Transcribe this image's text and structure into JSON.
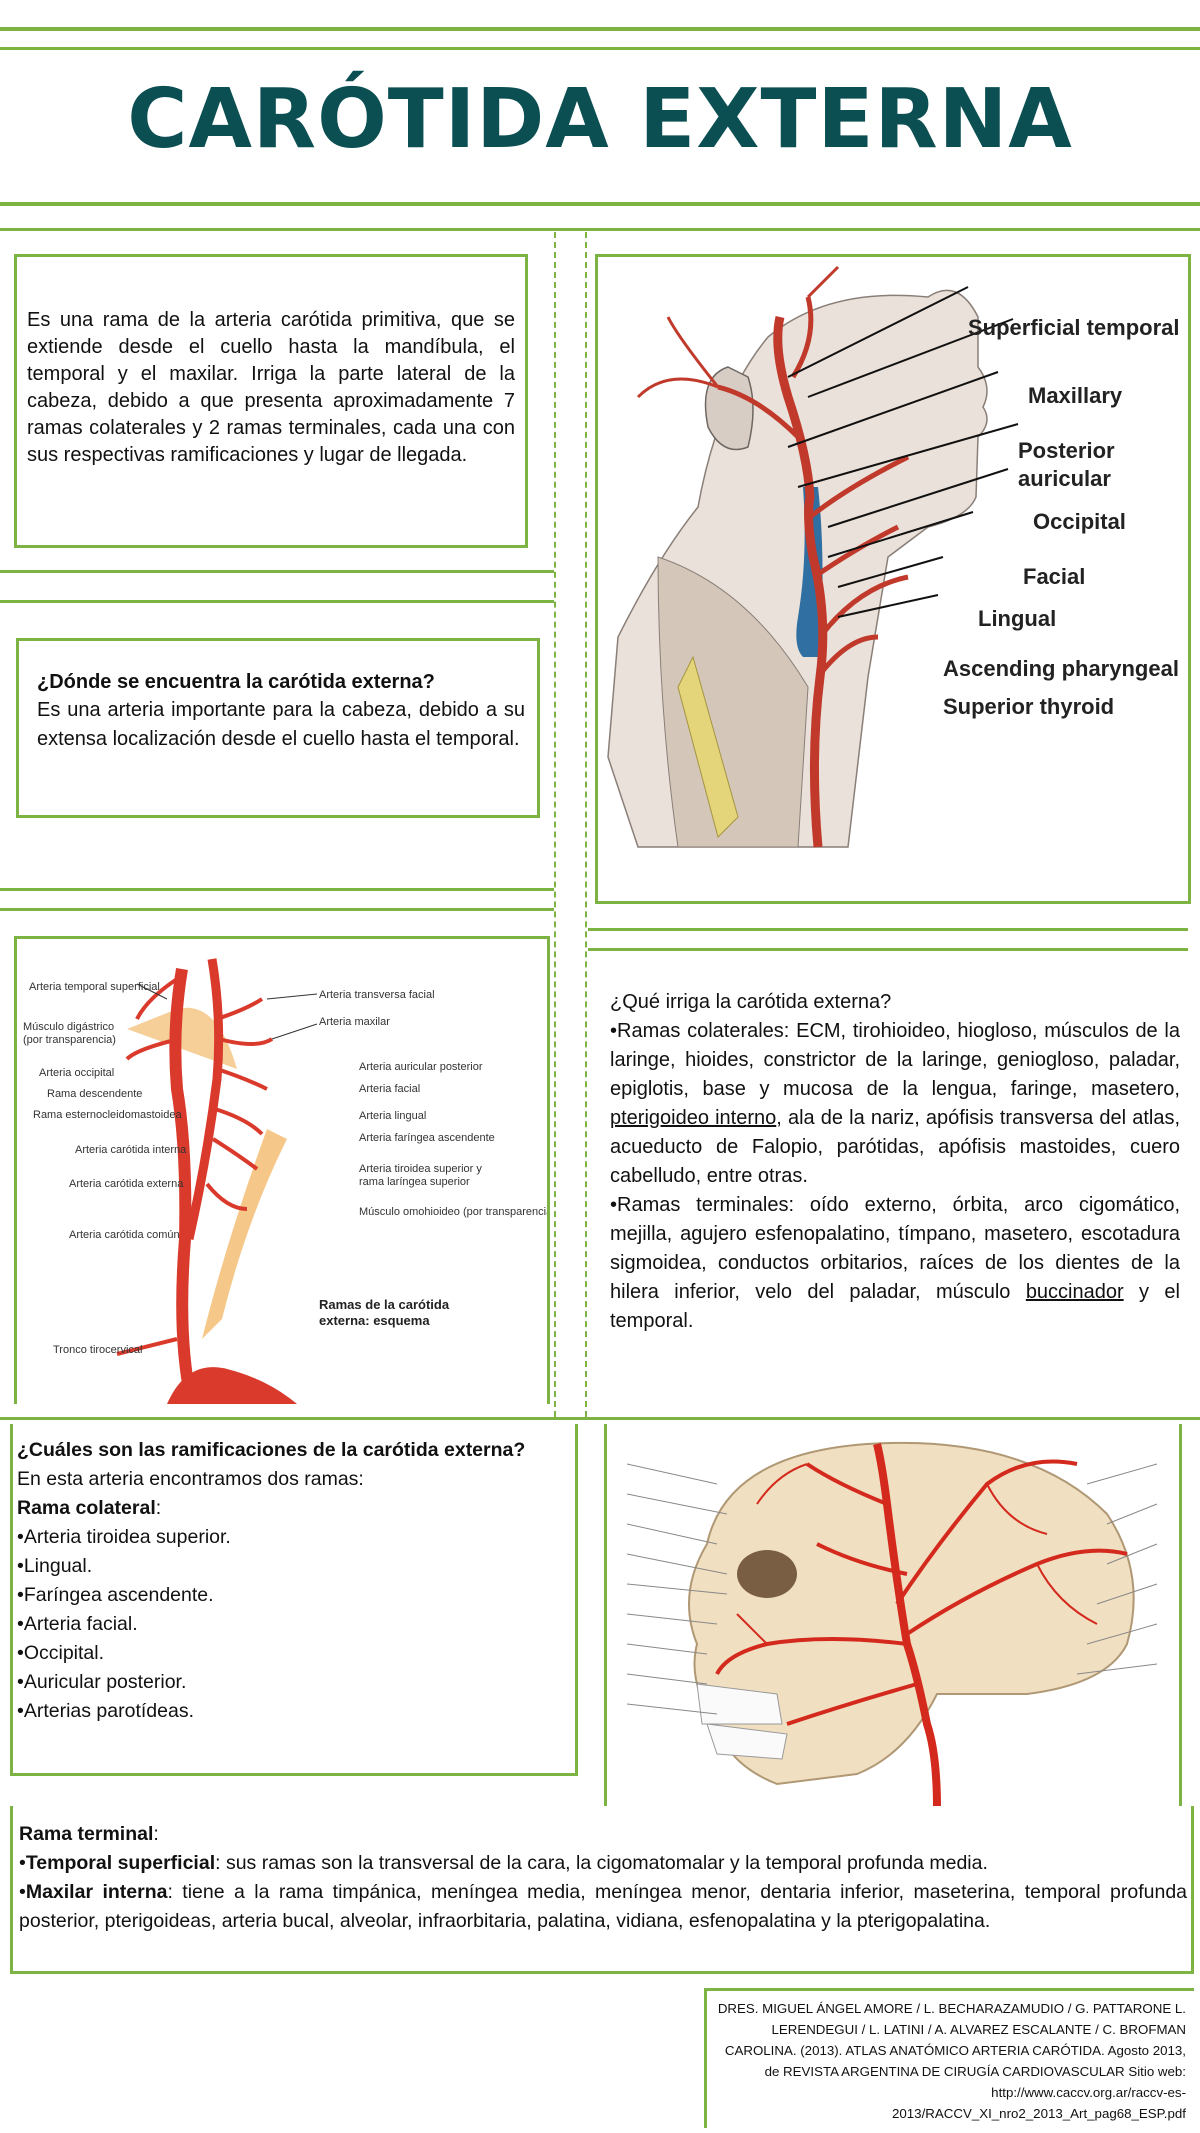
{
  "title": "CARÓTIDA EXTERNA",
  "intro": {
    "text": "Es una rama de la arteria carótida primitiva, que se extiende desde el cuello hasta la mandíbula, el temporal y el maxilar. Irriga la parte lateral de la cabeza, debido a que presenta aproximadamente 7 ramas colaterales y 2 ramas terminales, cada una con sus respectivas ramificaciones y lugar de llegada."
  },
  "location": {
    "question": "¿Dónde se encuentra la carótida externa?",
    "answer": "Es una arteria importante para la cabeza, debido a su extensa localización desde el cuello hasta el temporal."
  },
  "neck_figure": {
    "labels": [
      "Superficial temporal",
      "Maxillary",
      "Posterior auricular",
      "Occipital",
      "Facial",
      "Lingual",
      "Ascending pharyngeal",
      "Superior thyroid"
    ]
  },
  "schema_figure": {
    "left_labels": [
      "Arteria temporal superficial",
      "Músculo digástrico (por transparencia)",
      "Arteria occipital",
      "Rama descendente",
      "Rama esternocleidomastoidea",
      "Arteria carótida interna",
      "Arteria carótida externa",
      "Arteria carótida común",
      "Tronco tirocervical"
    ],
    "right_labels": [
      "Arteria transversa facial",
      "Arteria maxilar",
      "Arteria auricular posterior",
      "Arteria facial",
      "Arteria lingual",
      "Arteria faríngea ascendente",
      "Arteria tiroidea superior y rama laríngea superior",
      "Músculo omohioideo (por transparencia)"
    ],
    "caption_line1": "Ramas de la carótida",
    "caption_line2": "externa: esquema"
  },
  "irrigation": {
    "question": "¿Qué irriga la carótida externa?",
    "colateral_intro": "•Ramas colaterales: ECM, tirohioideo, hiogloso, músculos de la laringe, hioides, constrictor de la laringe, geniogloso, paladar, epiglotis, base y mucosa de la lengua, faringe, masetero, ",
    "colateral_underlined": "pterigoideo interno",
    "colateral_rest": ", ala de la nariz, apófisis transversa del atlas, acueducto de Falopio, parótidas, apófisis mastoides, cuero cabelludo, entre otras.",
    "terminal_intro": "•Ramas terminales: oído externo, órbita, arco cigomático, mejilla, agujero esfenopalatino, tímpano, masetero, escotadura sigmoidea, conductos orbitarios, raíces de los dientes de la hilera inferior, velo del paladar, músculo ",
    "terminal_underlined": "buccinador",
    "terminal_rest": " y el temporal."
  },
  "branches": {
    "question": "¿Cuáles son las ramificaciones de la carótida externa?",
    "intro": "En esta arteria encontramos dos ramas:",
    "colateral_heading": "Rama colateral",
    "colateral_colon": ":",
    "items": [
      "•Arteria tiroidea superior.",
      "•Lingual.",
      "•Faríngea ascendente.",
      "•Arteria facial.",
      "•Occipital.",
      "•Auricular posterior.",
      "•Arterias parotídeas."
    ]
  },
  "terminal": {
    "heading": "Rama terminal",
    "colon": ":",
    "item1_bullet": "•",
    "item1_name": "Temporal superficial",
    "item1_text": ": sus ramas son la transversal de la cara, la cigomatomalar y la temporal profunda media.",
    "item2_bullet": "•",
    "item2_name": "Maxilar interna",
    "item2_text": ": tiene a la rama timpánica, meníngea media, meníngea menor, dentaria inferior, maseterina, temporal profunda posterior, pterigoideas, arteria bucal, alveolar, infraorbitaria, palatina, vidiana, esfenopalatina y la pterigopalatina."
  },
  "reference": {
    "text": "DRES. MIGUEL ÁNGEL AMORE / L. BECHARAZAMUDIO / G. PATTARONE L. LERENDEGUI / L. LATINI / A. ALVAREZ ESCALANTE / C. BROFMAN CAROLINA. (2013). ATLAS ANATÓMICO ARTERIA CARÓTIDA. Agosto 2013, de REVISTA ARGENTINA DE CIRUGÍA CARDIOVASCULAR Sitio web: http://www.caccv.org.ar/raccv-es-2013/RACCV_XI_nro2_2013_Art_pag68_ESP.pdf"
  }
}
